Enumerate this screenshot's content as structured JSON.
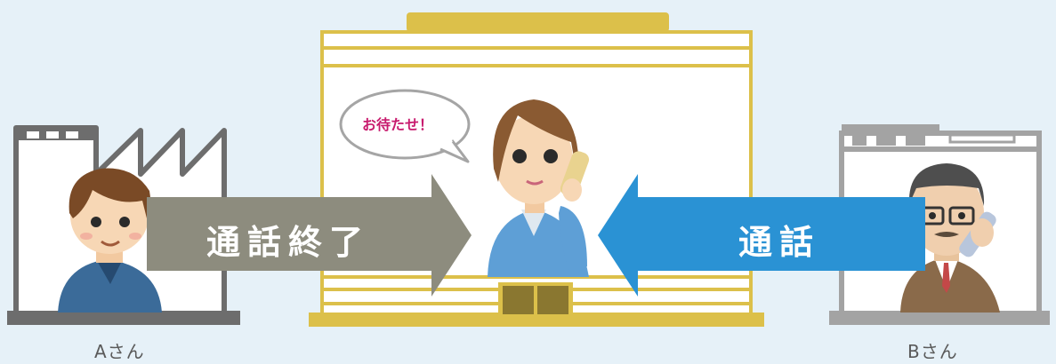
{
  "left_party": {
    "label": "Aさん"
  },
  "right_party": {
    "label": "Bさん"
  },
  "operator": {
    "speech": "お待たせ！"
  },
  "arrows": {
    "left": {
      "label": "通話終了",
      "color": "#8d8c7e"
    },
    "right": {
      "label": "通話",
      "color": "#2a92d4"
    }
  },
  "colors": {
    "background": "#e6f1f8",
    "center_building": "#dcc04a",
    "left_building": "#6d6d6d",
    "right_building": "#a3a3a3",
    "speech_text": "#c81b6e"
  }
}
